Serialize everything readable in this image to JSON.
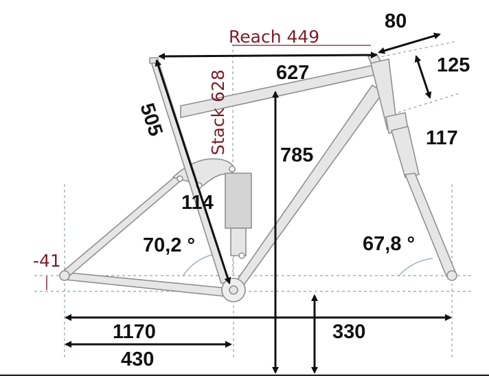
{
  "colors": {
    "frame_stroke": "#8f8f8f",
    "frame_fill": "#e6e6e6",
    "arrow": "#111111",
    "dashed": "#8aa3b3",
    "red_text": "#7a1e2a"
  },
  "labels": {
    "reach": "Reach 449",
    "stack": "Stack 628",
    "stem_length": "80",
    "spacer_stack": "125",
    "top_tube": "627",
    "seat_tube": "505",
    "head_tube": "117",
    "standover": "785",
    "rear_travel": "114",
    "seat_angle": "70,2 °",
    "head_angle": "67,8 °",
    "bb_drop": "-41",
    "wheelbase": "1170",
    "chainstay": "430",
    "front_center_offset": "330"
  }
}
